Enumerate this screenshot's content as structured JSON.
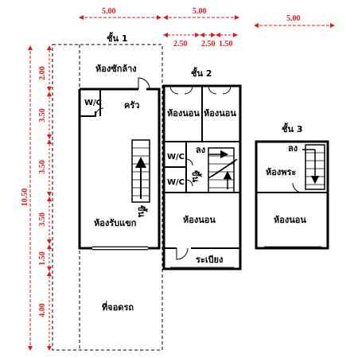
{
  "dimensions": {
    "top": [
      "5.00",
      "5.00",
      "5.00"
    ],
    "top_sub": [
      "2.50",
      "2.50",
      "1.50"
    ],
    "left_overall": "10.50",
    "left_segments": [
      "2.00",
      "3.50",
      "3.50",
      "3.50",
      "1.50",
      "4.00"
    ]
  },
  "floors": {
    "floor1": {
      "label": "ชั้น 1",
      "rooms": {
        "laundry": "ห้องซักล้าง",
        "wc": "W/C",
        "kitchen": "ครัว",
        "living": "ห้องรับแขก",
        "parking": "ที่จอดรถ",
        "stair_up": "ขึ้น"
      }
    },
    "floor2": {
      "label": "ชั้น 2",
      "rooms": {
        "bedroom_a": "ห้องนอน",
        "bedroom_b": "ห้องนอน",
        "wc_a": "W/C",
        "wc_b": "W/C",
        "stair_down": "ลง",
        "stair_up": "ขึ้น",
        "bedroom_c": "ห้องนอน",
        "balcony": "ระเบียง"
      }
    },
    "floor3": {
      "label": "ชั้น 3",
      "rooms": {
        "stair_down": "ลง",
        "shrine": "ห้องพระ",
        "bedroom": "ห้องนอน"
      }
    }
  },
  "colors": {
    "dimension": "#e01a1a",
    "wall": "#000000"
  }
}
